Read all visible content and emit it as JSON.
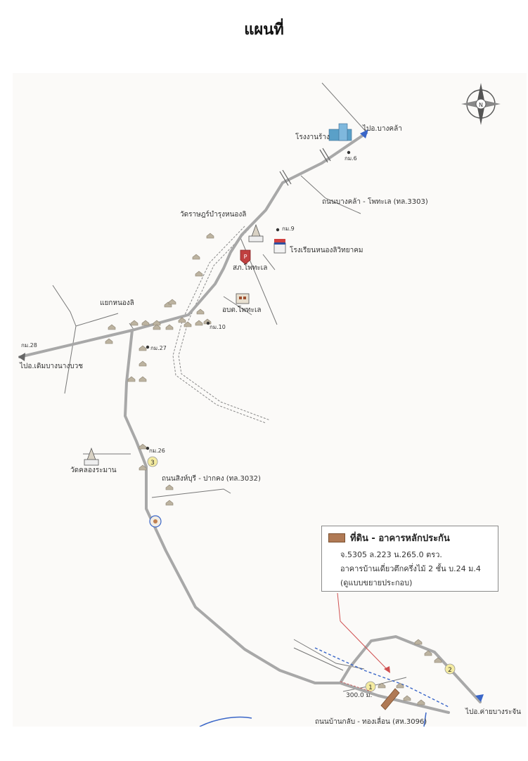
{
  "title": "แผนที่",
  "labels": {
    "factory": "โรงงานร้าง",
    "to_bang_khla": "ไปอ.บางคล้า",
    "km6": "กม.6",
    "road_3303": "ถนนบางคล้า - โพทะเล (ทล.3303)",
    "wat_rat": "วัดราษฎร์บำรุงหนองลิ",
    "km9": "กม.9",
    "school": "โรงเรียนหนองลิวิทยาคม",
    "police": "สภ.โพทะเล",
    "sao": "อบต.โพทะเล",
    "nong_li_junction": "แยกหนองลิ",
    "km10": "กม.10",
    "km28": "กม.28",
    "to_doem_bang": "ไปอ.เดิมบางนางบวช",
    "km27": "กม.27",
    "km26": "กม.26",
    "wat_khlong": "วัดคลองระมาน",
    "road_3032": "ถนนสิงห์บุรี - ปากคง (ทล.3032)",
    "distance": "300.0 ม.",
    "to_khai": "ไปอ.ค่ายบางระจัน",
    "road_local": "ถนนบ้านกลับ - ทองเลื่อน (สห.3096)",
    "marker1": "1",
    "marker2": "2",
    "marker3": "3",
    "compass": "N"
  },
  "legend": {
    "title": "ที่ดิน - อาคารหลักประกัน",
    "line1": "จ.5305 ล.223 น.265.0  ตรว.",
    "line2": "อาคารบ้านเดี่ยวตึกครึ่งไม้ 2 ชั้น บ.24 ม.4",
    "line3": "(ดูแบบขยายประกอบ)"
  },
  "colors": {
    "road": "#a8a8a8",
    "subject": "#b07a55",
    "pointer": "#d05050",
    "water": "#3a66c8"
  }
}
